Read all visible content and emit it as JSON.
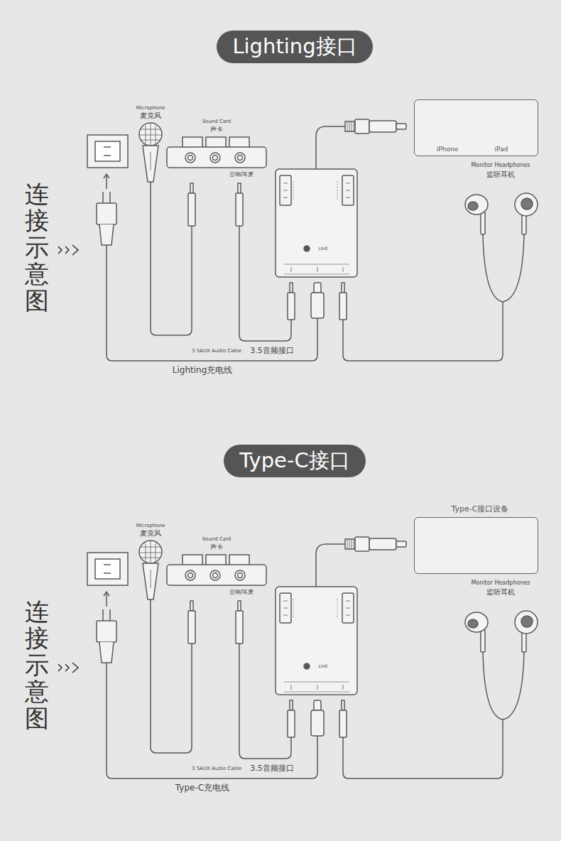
{
  "diagram": {
    "nodes": [
      {
        "text": [
          "Lighting接口"
        ]
      },
      {
        "text": [
          "iPhone",
          "iPad"
        ]
      },
      {
        "text": [
          "Type-C接口"
        ]
      },
      {
        "text": [
          "Type-C接口设备"
        ]
      }
    ],
    "labels": [
      "连接示意图",
      "Microphone",
      "麦克风",
      "Sound Card",
      "声卡",
      "音响/耳麦",
      "Monitor Headphones",
      "监听耳机",
      "LIVE",
      "3 5AUX Audio Cable",
      "3.5音频接口",
      "Lighting充电线",
      "连接示意图",
      "Microphone",
      "麦克风",
      "Sound Card",
      "声卡",
      "音响/耳麦",
      "Monitor Headphones",
      "监听耳机",
      "LIVE",
      "3 5AUX Audio Cable",
      "3.5音频接口",
      "Type-C充电线"
    ]
  }
}
